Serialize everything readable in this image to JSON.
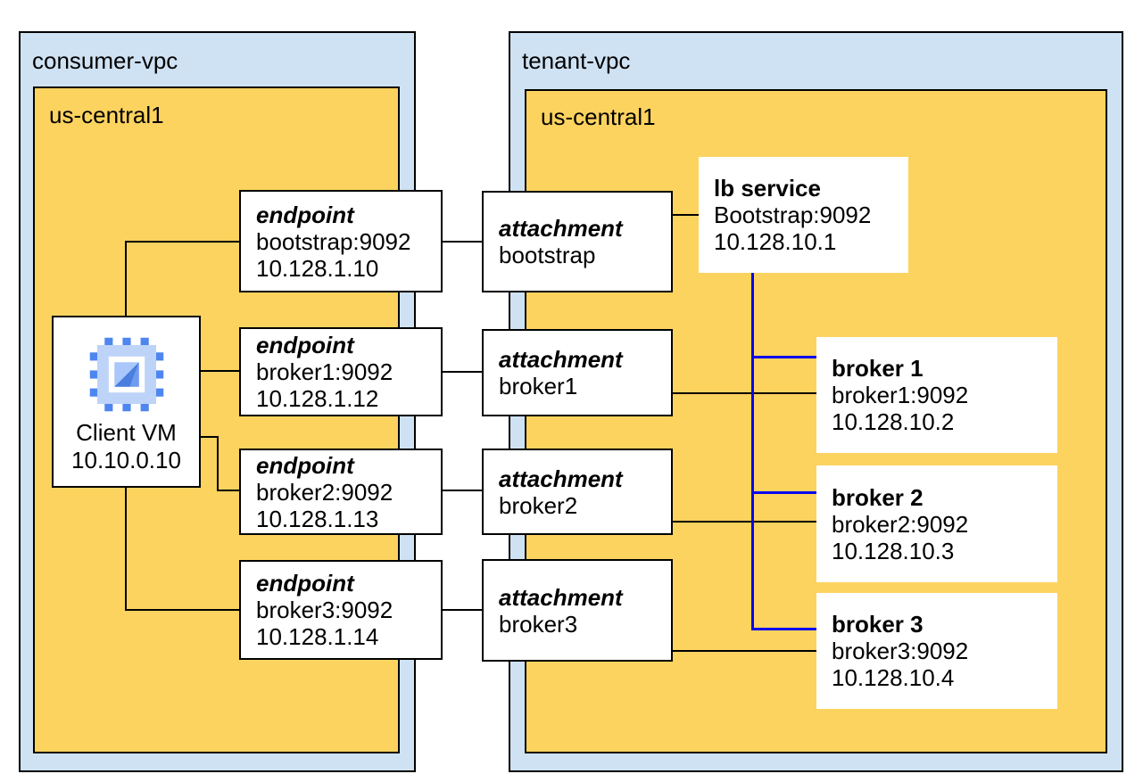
{
  "consumer_vpc": {
    "label": "consumer-vpc",
    "region_label": "us-central1"
  },
  "tenant_vpc": {
    "label": "tenant-vpc",
    "region_label": "us-central1"
  },
  "client_vm": {
    "name": "Client VM",
    "ip": "10.10.0.10",
    "icon": "compute-engine-icon"
  },
  "endpoints": [
    {
      "title": "endpoint",
      "service": "bootstrap:9092",
      "ip": "10.128.1.10"
    },
    {
      "title": "endpoint",
      "service": "broker1:9092",
      "ip": "10.128.1.12"
    },
    {
      "title": "endpoint",
      "service": "broker2:9092",
      "ip": "10.128.1.13"
    },
    {
      "title": "endpoint",
      "service": "broker3:9092",
      "ip": "10.128.1.14"
    }
  ],
  "attachments": [
    {
      "title": "attachment",
      "name": "bootstrap"
    },
    {
      "title": "attachment",
      "name": "broker1"
    },
    {
      "title": "attachment",
      "name": "broker2"
    },
    {
      "title": "attachment",
      "name": "broker3"
    }
  ],
  "lb_service": {
    "title": "lb service",
    "service": "Bootstrap:9092",
    "ip": "10.128.10.1"
  },
  "brokers": [
    {
      "title": "broker 1",
      "service": "broker1:9092",
      "ip": "10.128.10.2"
    },
    {
      "title": "broker 2",
      "service": "broker2:9092",
      "ip": "10.128.10.3"
    },
    {
      "title": "broker 3",
      "service": "broker3:9092",
      "ip": "10.128.10.4"
    }
  ],
  "colors": {
    "vpc_fill": "#cfe2f3",
    "region_fill": "#fcd35f",
    "box_border": "#000000",
    "box_fill": "#ffffff",
    "link_black": "#000000",
    "link_blue": "#0505ef"
  }
}
